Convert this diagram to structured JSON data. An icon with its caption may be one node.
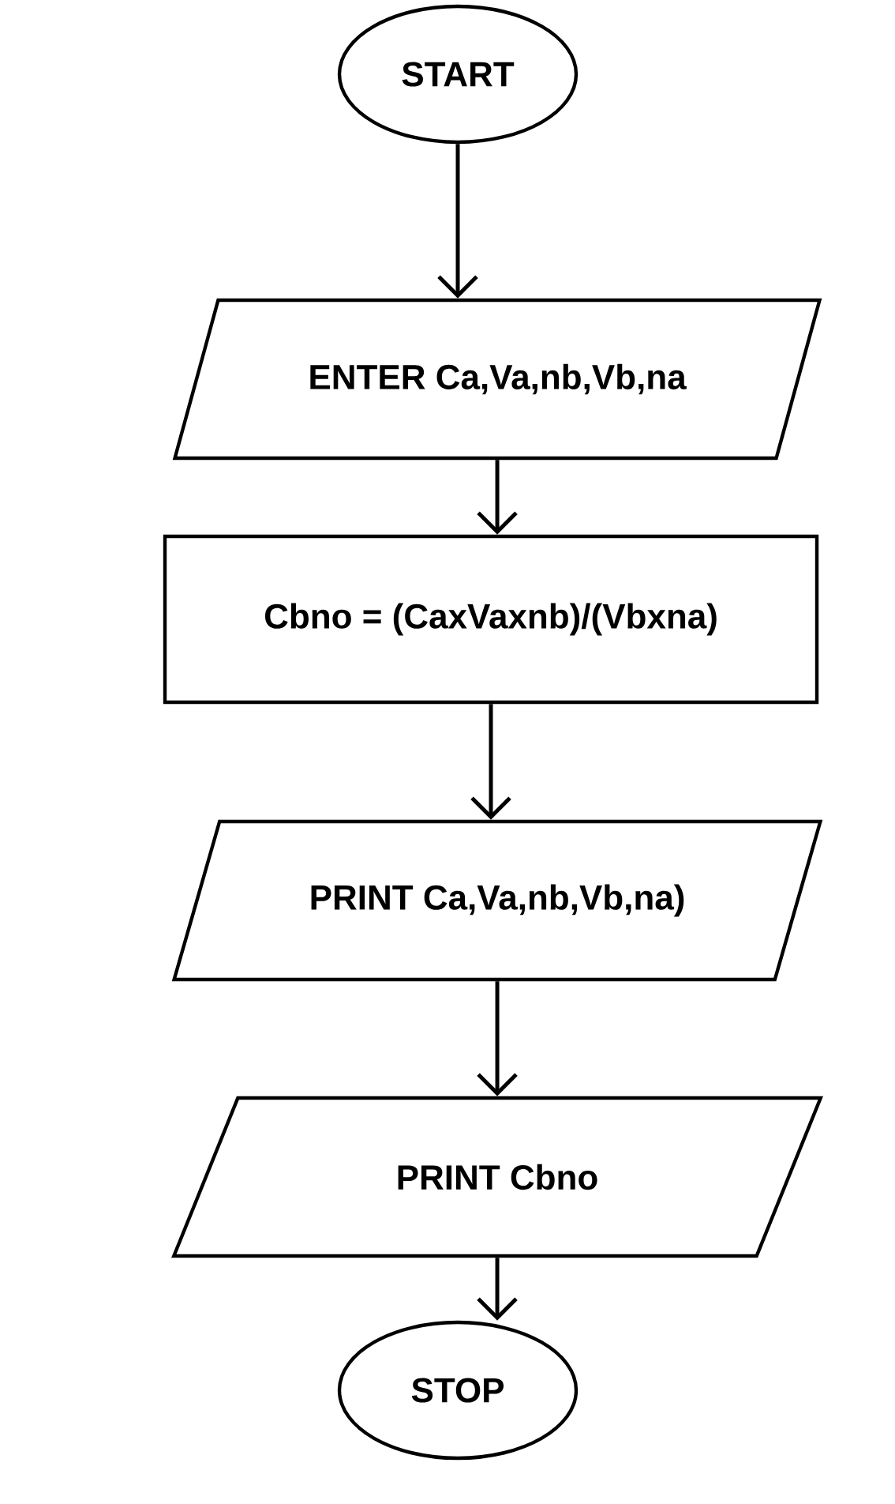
{
  "diagram": {
    "nodes": [
      {
        "text": [
          "START"
        ]
      },
      {
        "text": [
          "ENTER Ca,Va,nb,Vb,na"
        ]
      },
      {
        "text": [
          "Cbno = (CaxVaxnb)/(Vbxna)"
        ]
      },
      {
        "text": [
          "PRINT Ca,Va,nb,Vb,na)"
        ]
      },
      {
        "text": [
          "PRINT Cbno"
        ]
      },
      {
        "text": [
          "STOP"
        ]
      }
    ],
    "edges": [
      {
        "from": 0,
        "to": 1,
        "arrow": "to"
      },
      {
        "from": 1,
        "to": 2,
        "arrow": "to"
      },
      {
        "from": 2,
        "to": 3,
        "arrow": "to"
      },
      {
        "from": 3,
        "to": 4,
        "arrow": "to"
      },
      {
        "from": 4,
        "to": 5,
        "arrow": "to"
      }
    ]
  }
}
